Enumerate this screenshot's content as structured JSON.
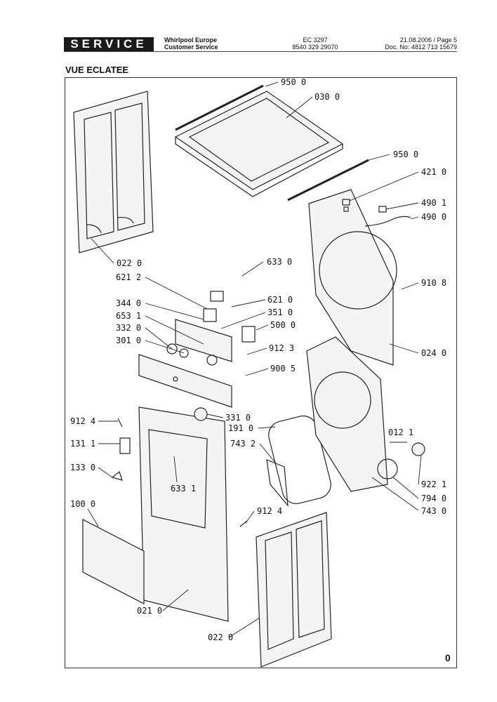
{
  "header": {
    "service_label": "SERVICE",
    "company_line1": "Whirlpool Europe",
    "company_line2": "Customer Service",
    "ec_line1": "EC 3297",
    "ec_line2": "8540 329 29070",
    "date_page": "21.08.2006 / Page 5",
    "doc_no": "Doc. No: 4812 713 15679"
  },
  "view_title": "VUE ECLATEE",
  "page_marker": "0",
  "part_codes": [
    "950 0",
    "030 0",
    "950 0",
    "421 0",
    "490 1",
    "490 0",
    "022 0",
    "633 0",
    "621 2",
    "910 8",
    "344 0",
    "621 0",
    "653 1",
    "351 0",
    "332 0",
    "500 0",
    "301 0",
    "912 3",
    "900 5",
    "024 0",
    "912 4",
    "331 0",
    "191 0",
    "012 1",
    "131 1",
    "743 2",
    "133 0",
    "922 1",
    "633 1",
    "794 0",
    "100 0",
    "743 0",
    "912 4",
    "021 0",
    "022 0"
  ]
}
